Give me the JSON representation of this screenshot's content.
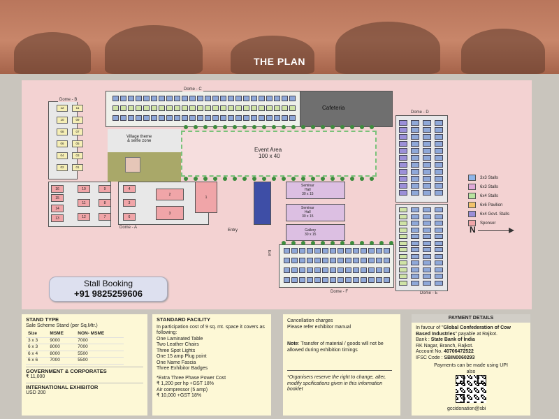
{
  "header": {
    "title": "THE PLAN"
  },
  "plan": {
    "domes": {
      "a": "Dome - A",
      "b": "Dome - B",
      "c": "Dome - C",
      "d": "Dome - D",
      "e": "Dome - E",
      "f": "Dome - F"
    },
    "cafeteria": "Cafeteria",
    "event_area": {
      "name": "Event Area",
      "size": "100 x 40"
    },
    "village": "Village theme\n& selfie zone",
    "seminar1": "Seminar\nHall\n30 x 15",
    "seminar2": "Seminar\nHall\n30 x 15",
    "gallery": "Gallery\n30 x 15",
    "entry": "Entry",
    "exit": "Exit",
    "dome_b_stalls": [
      "12",
      "11",
      "10",
      "09",
      "08",
      "07",
      "06",
      "05",
      "04",
      "03",
      "02",
      "01"
    ],
    "left_block_stalls": [
      "16",
      "15",
      "14",
      "13",
      "10",
      "9",
      "11",
      "8",
      "12",
      "7",
      "4",
      "3",
      "6"
    ],
    "right_pink_stalls": [
      "2",
      "1",
      "3"
    ]
  },
  "legend": {
    "items": [
      {
        "label": "3x3 Stalls",
        "color": "#8fb5e8"
      },
      {
        "label": "6x3 Stalls",
        "color": "#e0a8d8"
      },
      {
        "label": "6x4 Stalls",
        "color": "#b9e3a0"
      },
      {
        "label": "6x6 Pavilion",
        "color": "#f3c26b"
      },
      {
        "label": "6x4 Govt. Stalls",
        "color": "#9b8fd8"
      },
      {
        "label": "Sponsor",
        "color": "#f0a5a8"
      }
    ],
    "north": "N"
  },
  "booking": {
    "label": "Stall Booking",
    "phone": "+91 9825259606"
  },
  "stand": {
    "title": "STAND TYPE",
    "subtitle": "Sale Scheme Stand (per Sq.Mtr.)",
    "headers": [
      "Size",
      "MSME",
      "NON- MSME"
    ],
    "rows": [
      [
        "3 x 3",
        "9000",
        "7000"
      ],
      [
        "6 x 3",
        "8000",
        "7000"
      ],
      [
        "6 x 4",
        "8000",
        "5500"
      ],
      [
        "6 x 6",
        "7000",
        "5500"
      ]
    ],
    "gov_title": "GOVERNMENT & CORPORATES",
    "gov_price": "₹ 11,000",
    "intl_title": "INTERNATIONAL EXHIBITOR",
    "intl_price": "USD 200"
  },
  "facility": {
    "title": "STANDARD FACILITY",
    "intro": "In participation cost of 9 sq. mt. space it covers as following:",
    "items": [
      "One Laminated Table",
      "Two Leather Chairs",
      "Three Spot Lights",
      "One 15 amp Plug point",
      "One Name Fascia",
      "Three Exhibitor Badges"
    ],
    "power": "*Extra Three Phase Power Cost",
    "power_price": "₹ 1,200 per hp +GST 18%",
    "air": "Air compressor (5 amp)",
    "air_price": "₹ 10,000 +GST 18%"
  },
  "cancel": {
    "line1": "Cancellation charges",
    "line2": "Please refer exhibitor manual",
    "note_label": "Note",
    "note": ": Transfer of material / goods will not be allowed during exhibition timings",
    "disclaimer": "*Organisers reserve the right to change, alter, modify spcifications given in this information booklet"
  },
  "payment": {
    "title": "PAYMENT DETAILS",
    "favour_prefix": "In favour of \"",
    "favour_name": "Global Confederation of Cow Based Industries",
    "favour_suffix": "\" payable at Rajkot.",
    "bank_prefix": "Bank : ",
    "bank_name": "State Bank of India",
    "branch": "RK Nagar, Branch, Rajkot.",
    "acc_prefix": "Account No. ",
    "acc": "40706472522",
    "ifsc_prefix": "IFSC Code : ",
    "ifsc": "SBIN0060293",
    "upi_note": "Payments can be made using UPI also",
    "upi": "gccidonation@sbi"
  }
}
